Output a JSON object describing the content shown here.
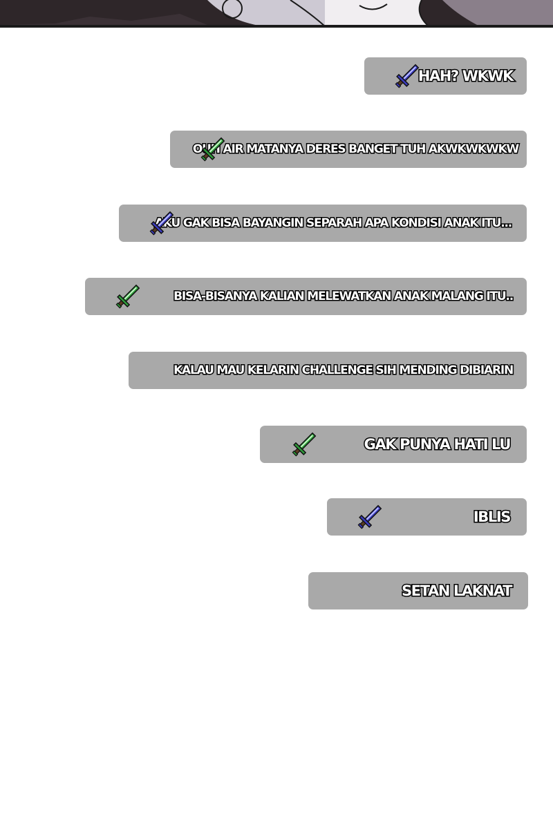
{
  "comments": [
    {
      "text": "HAH? WKWK",
      "icon": "blue-sword-icon",
      "icon_color": "#3b3bbf"
    },
    {
      "text": "OUH AIR MATANYA DERES BANGET TUH AKWKWKWKW",
      "icon": "green-sword-icon",
      "icon_color": "#2e9e3a"
    },
    {
      "text": "AKU GAK BISA BAYANGIN SEPARAH APA KONDISI ANAK ITU...",
      "icon": "blue-sword-icon",
      "icon_color": "#3b3bbf"
    },
    {
      "text": "BISA-BISANYA KALIAN MELEWATKAN ANAK MALANG ITU..",
      "icon": "green-sword-icon",
      "icon_color": "#2e9e3a"
    },
    {
      "text": "KALAU MAU KELARIN CHALLENGE SIH MENDING DIBIARIN",
      "icon": "",
      "icon_color": ""
    },
    {
      "text": "GAK PUNYA HATI LU",
      "icon": "green-sword-icon",
      "icon_color": "#2e9e3a"
    },
    {
      "text": "IBLIS",
      "icon": "blue-sword-icon",
      "icon_color": "#3b3bbf"
    },
    {
      "text": "SETAN LAKNAT",
      "icon": "",
      "icon_color": ""
    }
  ],
  "colors": {
    "bubble": "#a9a9a9",
    "text": "#ffffff",
    "text_outline": "#000000",
    "background": "#ffffff"
  }
}
